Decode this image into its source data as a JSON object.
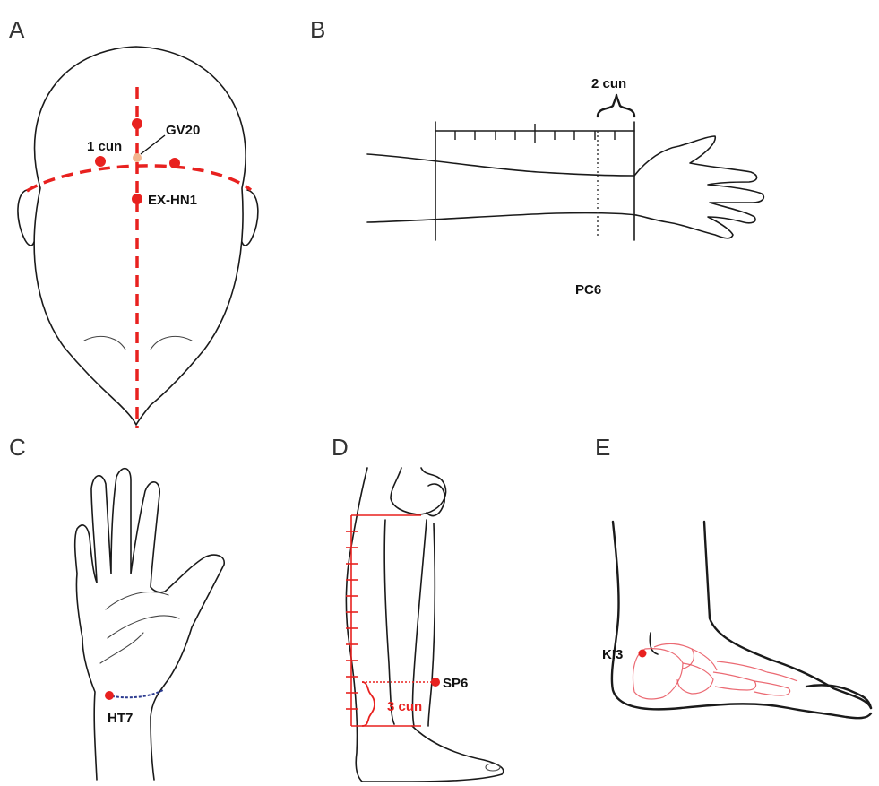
{
  "colors": {
    "accent_red": "#e8211f",
    "point_orange": "#f2b48e",
    "line": "#1a1a1a"
  },
  "panels": {
    "a": {
      "letter": "A",
      "labels": {
        "gv20": "GV20",
        "one_cun": "1 cun",
        "ex_hn1": "EX-HN1"
      }
    },
    "b": {
      "letter": "B",
      "labels": {
        "two_cun": "2 cun",
        "pc6": "PC6"
      }
    },
    "c": {
      "letter": "C",
      "labels": {
        "ht7": "HT7"
      }
    },
    "d": {
      "letter": "D",
      "labels": {
        "sp6": "SP6",
        "three_cun": "3 cun"
      }
    },
    "e": {
      "letter": "E",
      "labels": {
        "ki3": "KI3"
      }
    }
  }
}
